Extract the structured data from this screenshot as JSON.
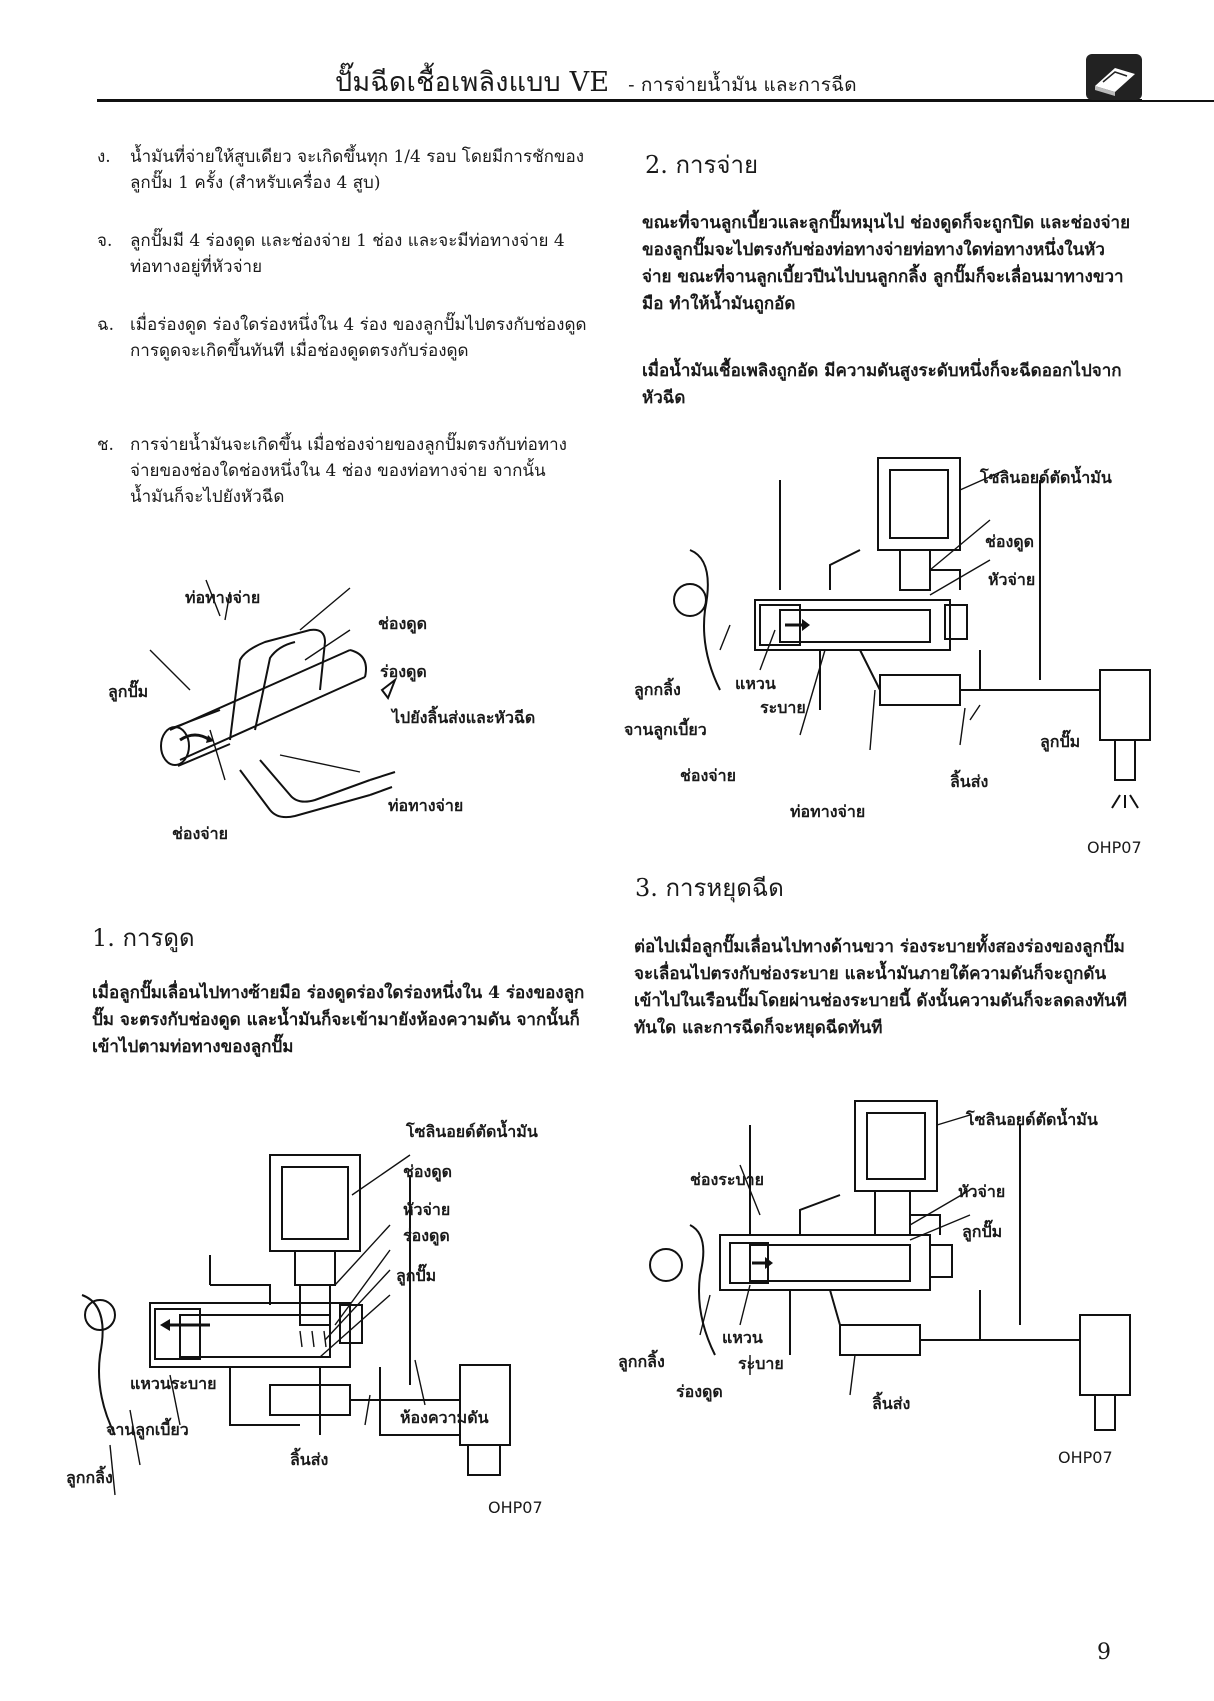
{
  "header": {
    "title": "ปั๊มฉีดเชื้อเพลิงแบบ VE",
    "subtitle": "- การจ่ายน้ำมัน และการฉีด"
  },
  "left_list": [
    {
      "marker": "ง.",
      "text": "น้ำมันที่จ่ายให้สูบเดียว จะเกิดขึ้นทุก 1/4 รอบ โดยมีการชักของลูกปั๊ม 1 ครั้ง (สำหรับเครื่อง 4 สูบ)"
    },
    {
      "marker": "จ.",
      "text": "ลูกปั๊มมี 4 ร่องดูด และช่องจ่าย 1 ช่อง และจะมีท่อทางจ่าย 4 ท่อทางอยู่ที่หัวจ่าย"
    },
    {
      "marker": "ฉ.",
      "text": "เมื่อร่องดูด ร่องใดร่องหนึ่งใน 4 ร่อง ของลูกปั๊มไปตรงกับช่องดูด การดูดจะเกิดขึ้นทันที เมื่อช่องดูดตรงกับร่องดูด"
    },
    {
      "marker": "ช.",
      "text": "การจ่ายน้ำมันจะเกิดขึ้น เมื่อช่องจ่ายของลูกปั๊มตรงกับท่อทางจ่ายของช่องใดช่องหนึ่งใน 4 ช่อง ของท่อทางจ่าย จากนั้นน้ำมันก็จะไปยังหัวฉีด"
    }
  ],
  "fig_plunger_labels": {
    "outlet_top": "ท่อทางจ่าย",
    "intake_port": "ช่องดูด",
    "plunger": "ลูกปั๊ม",
    "intake_groove": "ร่องดูด",
    "to_valve": "ไปยังลิ้นส่งและหัวฉีด",
    "outlet_bottom": "ท่อทางจ่าย",
    "outlet_port": "ช่องจ่าย"
  },
  "section1": {
    "heading": "1. การดูด",
    "body": "เมื่อลูกปั๊มเลื่อนไปทางซ้ายมือ ร่องดูดร่องใดร่องหนึ่งใน 4 ร่องของลูกปั๊ม จะตรงกับช่องดูด และน้ำมันก็จะเข้ามายังห้องความดัน จากนั้นก็เข้าไปตามท่อทางของลูกปั๊ม"
  },
  "fig1_labels": {
    "solenoid": "โซลินอยด์ตัดน้ำมัน",
    "intake_port": "ช่องดูด",
    "head": "หัวจ่าย",
    "intake_groove": "ร่องดูด",
    "plunger": "ลูกปั๊ม",
    "spill_ring": "แหวนระบาย",
    "cam_plate": "จานลูกเบี้ยว",
    "roller": "ลูกกลิ้ง",
    "delivery_valve": "ลิ้นส่ง",
    "pressure_chamber": "ห้องความดัน",
    "code": "OHP07"
  },
  "section2": {
    "heading": "2. การจ่าย",
    "body1": "ขณะที่จานลูกเบี้ยวและลูกปั๊มหมุนไป ช่องดูดก็จะถูกปิด และช่องจ่ายของลูกปั๊มจะไปตรงกับช่องท่อทางจ่ายท่อทางใดท่อทางหนึ่งในหัวจ่าย ขณะที่จานลูกเบี้ยวปีนไปบนลูกกลิ้ง ลูกปั๊มก็จะเลื่อนมาทางขวามือ ทำให้น้ำมันถูกอัด",
    "body2": "เมื่อน้ำมันเชื้อเพลิงถูกอัด มีความดันสูงระดับหนึ่งก็จะฉีดออกไปจากหัวฉีด"
  },
  "fig2_labels": {
    "solenoid": "โซลินอยด์ตัดน้ำมัน",
    "intake_port": "ช่องดูด",
    "head": "หัวจ่าย",
    "roller": "ลูกกลิ้ง",
    "spill_ring_1": "แหวน",
    "spill_ring_2": "ระบาย",
    "cam_plate": "จานลูกเบี้ยว",
    "outlet_port": "ช่องจ่าย",
    "outlet_passage": "ท่อทางจ่าย",
    "plunger": "ลูกปั๊ม",
    "delivery_valve": "ลิ้นส่ง",
    "code": "OHP07"
  },
  "section3": {
    "heading": "3. การหยุดฉีด",
    "body": "ต่อไปเมื่อลูกปั๊มเลื่อนไปทางด้านขวา ร่องระบายทั้งสองร่องของลูกปั๊ม จะเลื่อนไปตรงกับช่องระบาย และน้ำมันภายใต้ความดันก็จะถูกดันเข้าไปในเรือนปั๊มโดยผ่านช่องระบายนี้ ดังนั้นความดันก็จะลดลงทันทีทันใด และการฉีดก็จะหยุดฉีดทันที"
  },
  "fig3_labels": {
    "solenoid": "โซลินอยด์ตัดน้ำมัน",
    "spill_port": "ช่องระบาย",
    "head": "หัวจ่าย",
    "plunger": "ลูกปั๊ม",
    "roller": "ลูกกลิ้ง",
    "spill_ring_1": "แหวน",
    "spill_ring_2": "ระบาย",
    "intake_port": "ร่องดูด",
    "delivery_valve": "ลิ้นส่ง",
    "code": "OHP07"
  },
  "page_number": "9"
}
